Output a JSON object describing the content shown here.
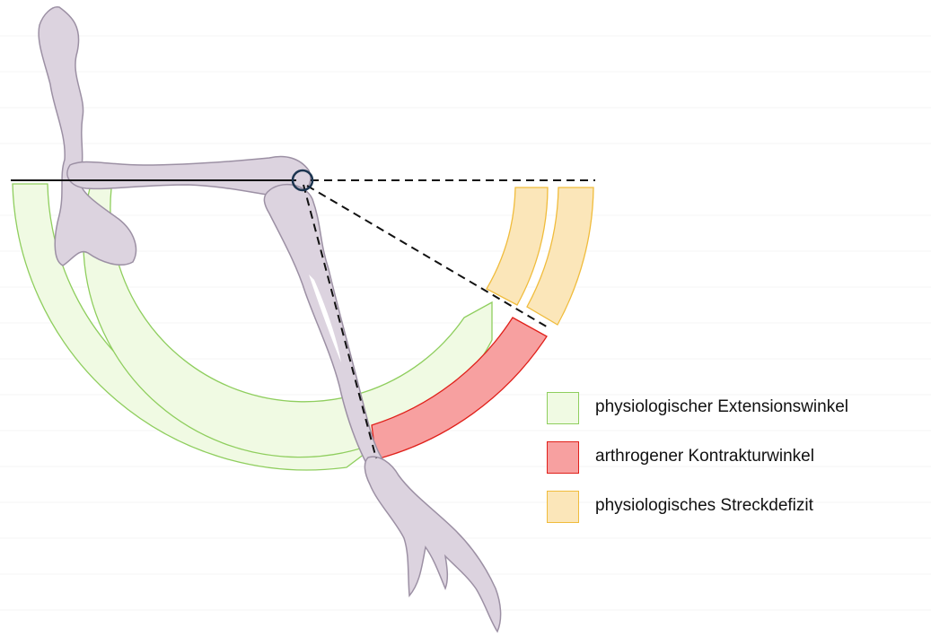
{
  "legend": {
    "items": [
      {
        "label": "physiologischer Extensionswinkel",
        "fill": "#f0fae3",
        "stroke": "#8fce5e"
      },
      {
        "label": "arthrogener Kontrakturwinkel",
        "fill": "#f7a0a0",
        "stroke": "#e0201a"
      },
      {
        "label": "physiologisches Streckdefizit",
        "fill": "#fbe6b9",
        "stroke": "#f0bc3c"
      }
    ]
  },
  "colors": {
    "bone": "#dcd3df",
    "bone_outline": "#9c90a4",
    "line": "#111111",
    "joint_marker": "#1c3550"
  }
}
